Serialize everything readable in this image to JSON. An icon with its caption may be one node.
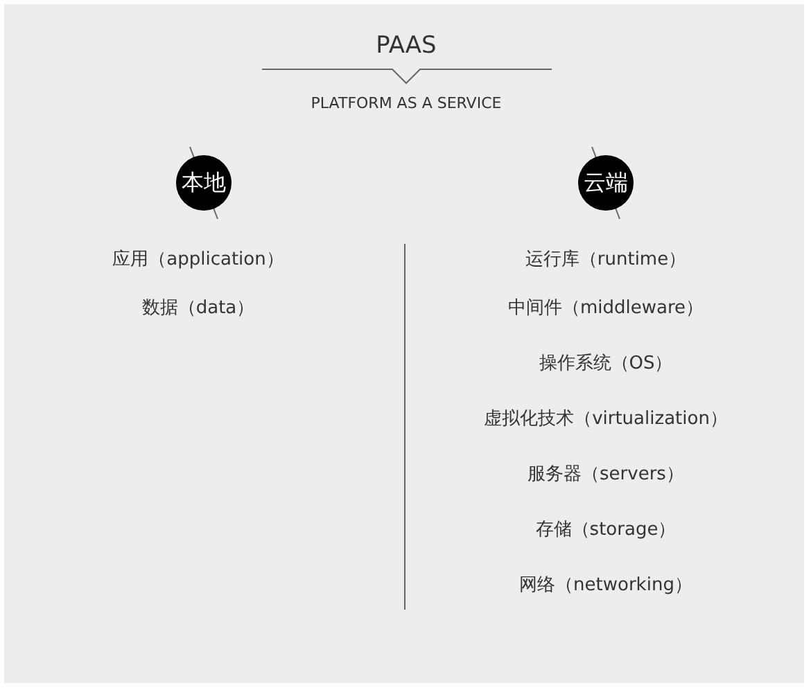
{
  "diagram": {
    "title": "PAAS",
    "nodes": [
      {
        "text": [
          "本地"
        ]
      },
      {
        "text": [
          "云端"
        ]
      }
    ],
    "labels": [
      "PLATFORM AS A SERVICE",
      "应用（application）",
      "数据（data）",
      "运行库（runtime）",
      "中间件（middleware）",
      "操作系统（OS）",
      "虚拟化技术（virtualization）",
      "服务器（servers）",
      "存储（storage）",
      "网络（networking）"
    ]
  }
}
